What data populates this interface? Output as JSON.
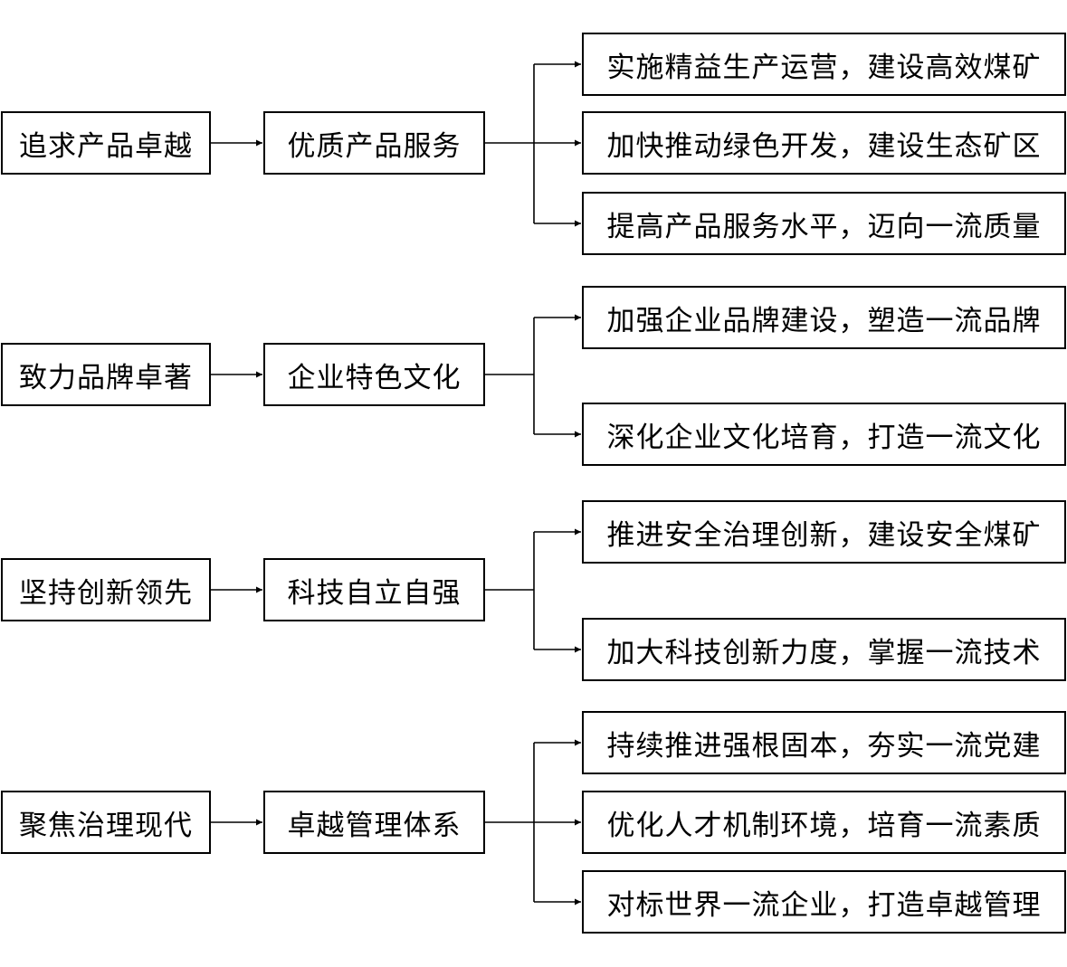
{
  "groups": [
    {
      "goal": "追求产品卓越",
      "path": "优质产品服务",
      "measures": [
        "实施精益生产运营，建设高效煤矿",
        "加快推动绿色开发，建设生态矿区",
        "提高产品服务水平，迈向一流质量"
      ]
    },
    {
      "goal": "致力品牌卓著",
      "path": "企业特色文化",
      "measures": [
        "加强企业品牌建设，塑造一流品牌",
        "深化企业文化培育，打造一流文化"
      ]
    },
    {
      "goal": "坚持创新领先",
      "path": "科技自立自强",
      "measures": [
        "推进安全治理创新，建设安全煤矿",
        "加大科技创新力度，掌握一流技术"
      ]
    },
    {
      "goal": "聚焦治理现代",
      "path": "卓越管理体系",
      "measures": [
        "持续推进强根固本，夯实一流党建",
        "优化人才机制环境，培育一流素质",
        "对标世界一流企业，打造卓越管理"
      ]
    }
  ]
}
